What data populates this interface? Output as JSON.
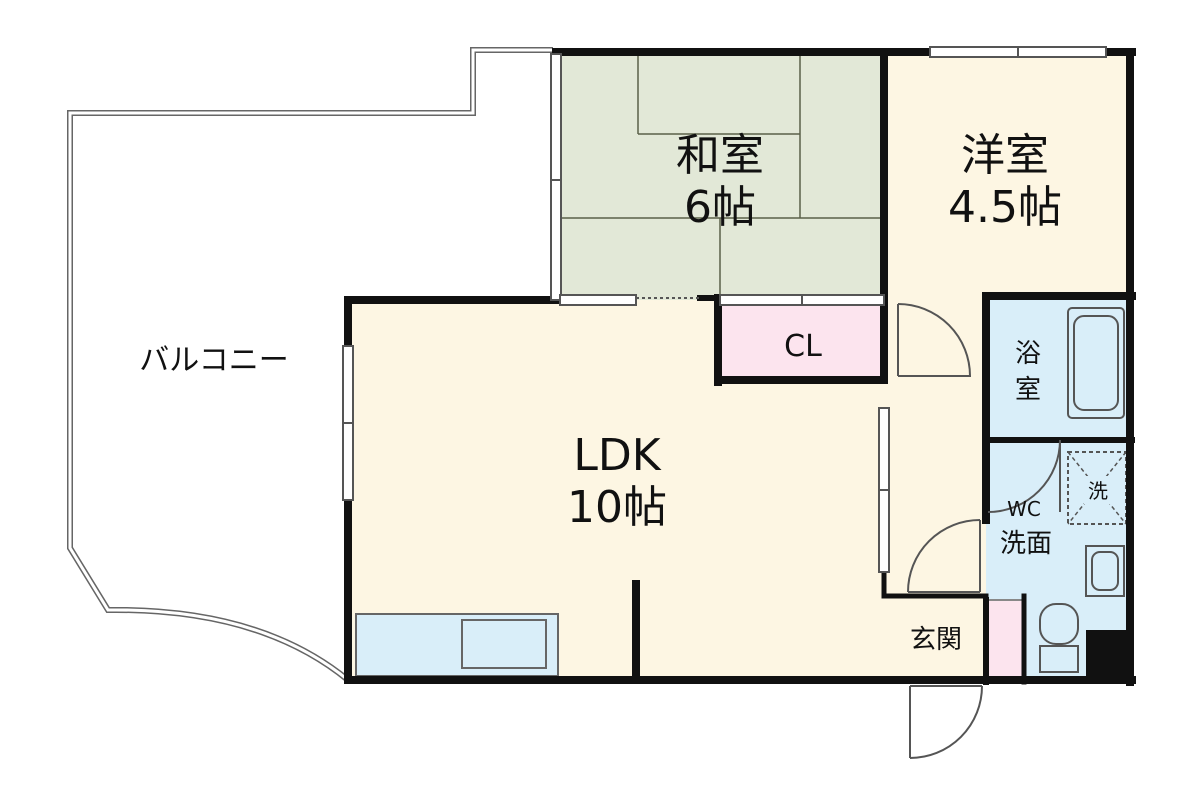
{
  "floorplan": {
    "rooms": {
      "washitsu": {
        "name": "和室",
        "size": "6帖"
      },
      "yoshitsu": {
        "name": "洋室",
        "size": "4.5帖"
      },
      "ldk": {
        "name": "LDK",
        "size": "10帖"
      },
      "closet": {
        "name": "CL"
      },
      "bath": {
        "name_line1": "浴",
        "name_line2": "室"
      },
      "wc": {
        "name_line1": "WC",
        "name_line2": "洗面"
      },
      "washer": {
        "name": "洗"
      },
      "entrance": {
        "name": "玄関"
      },
      "balcony": {
        "name": "バルコニー"
      }
    },
    "colors": {
      "wall": "#111111",
      "tatami": "#e2e8d7",
      "wood_floor": "#fdf6e3",
      "closet": "#fce4ee",
      "wet_area": "#d9eef9",
      "kitchen": "#d9eef9",
      "background": "#ffffff"
    }
  }
}
